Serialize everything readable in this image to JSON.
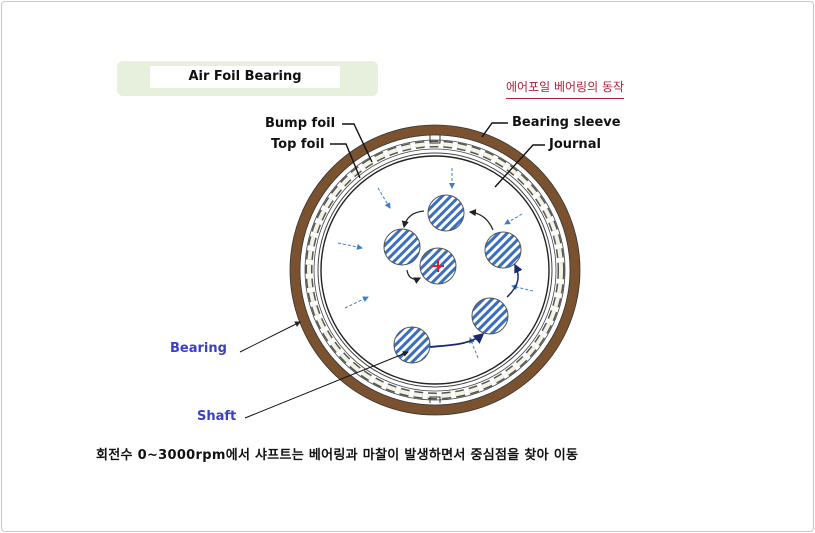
{
  "title": "Air Foil Bearing",
  "subtitle": "에어포일 베어링의 동작",
  "labels": {
    "bump_foil": "Bump foil",
    "top_foil": "Top foil",
    "bearing_sleeve": "Bearing sleeve",
    "journal": "Journal",
    "bearing": "Bearing",
    "shaft": "Shaft"
  },
  "caption": "회전수 0~3000rpm에서 샤프트는 베어링과 마찰이 발생하면서 중심점을 찾아 이동",
  "colors": {
    "sleeve": "#7a5230",
    "shaft_hatch": "#3a6fc0",
    "center_mark": "#e02020",
    "label_blue": "#3b3fc4",
    "subtitle": "#b0203a"
  }
}
